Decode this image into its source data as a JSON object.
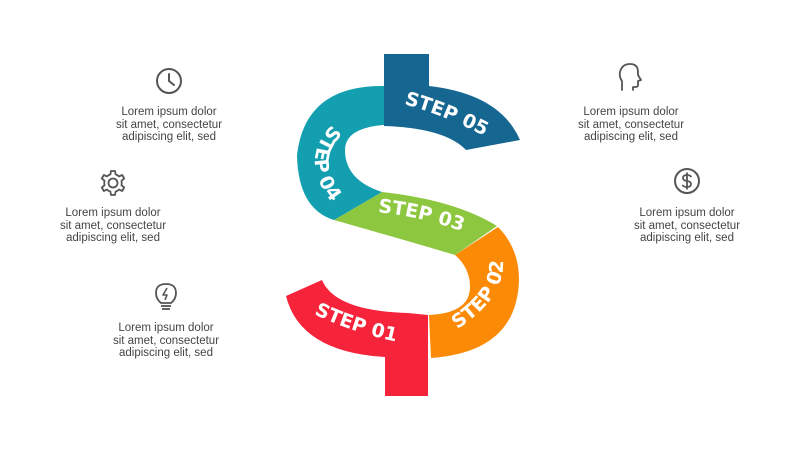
{
  "colors": {
    "step01": "#f5243a",
    "step02": "#fb8a06",
    "step03": "#8dc63f",
    "step04": "#149fb0",
    "step05": "#156791",
    "text": "#444444",
    "icon": "#555555"
  },
  "steps": [
    {
      "label": "STEP 01"
    },
    {
      "label": "STEP 02"
    },
    {
      "label": "STEP 03"
    },
    {
      "label": "STEP 04"
    },
    {
      "label": "STEP 05"
    }
  ],
  "items": [
    {
      "icon": "clock-icon",
      "lines": [
        "Lorem ipsum dolor",
        "sit amet, consectetur",
        "adipiscing elit, sed"
      ]
    },
    {
      "icon": "gear-icon",
      "lines": [
        "Lorem ipsum dolor",
        "sit amet, consectetur",
        "adipiscing elit, sed"
      ]
    },
    {
      "icon": "lightbulb-icon",
      "lines": [
        "Lorem ipsum dolor",
        "sit amet, consectetur",
        "adipiscing elit, sed"
      ]
    },
    {
      "icon": "head-profile-icon",
      "lines": [
        "Lorem ipsum dolor",
        "sit amet, consectetur",
        "adipiscing elit, sed"
      ]
    },
    {
      "icon": "dollar-coin-icon",
      "lines": [
        "Lorem ipsum dolor",
        "sit amet, consectetur",
        "adipiscing elit, sed"
      ]
    }
  ]
}
